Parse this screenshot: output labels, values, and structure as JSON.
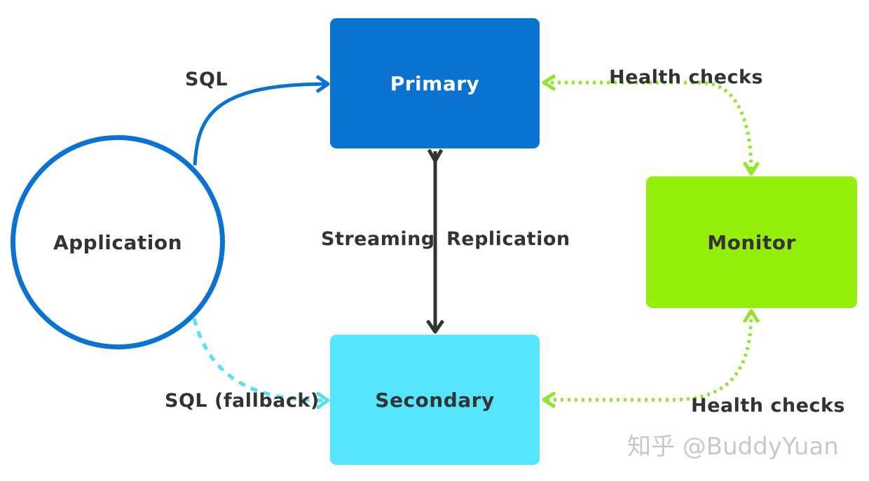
{
  "nodes": {
    "primary": "Primary",
    "secondary": "Secondary",
    "monitor": "Monitor",
    "application": "Application"
  },
  "edges": {
    "sql": "SQL",
    "replication_left": "Streaming",
    "replication_right": "Replication",
    "health_checks_top": "Health checks",
    "health_checks_bottom": "Health checks",
    "sql_fallback": "SQL (fallback)"
  },
  "watermark": "知乎 @BuddyYuan",
  "colors": {
    "primary": "#0a73d2",
    "secondary": "#55e6fd",
    "monitor": "#96ee0c",
    "health_line": "#8fe62a",
    "fallback_line": "#55e0f5",
    "replication_line": "#333333",
    "text": "#333333"
  }
}
